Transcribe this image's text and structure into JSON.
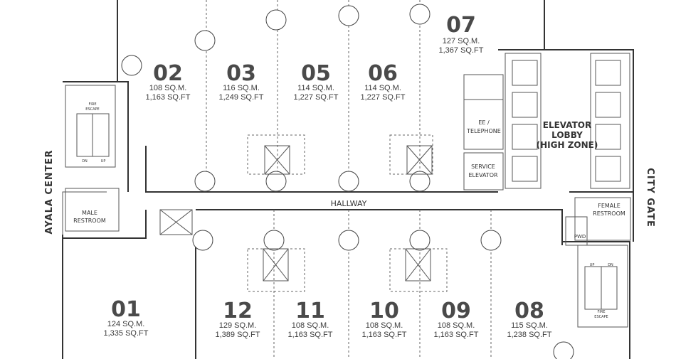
{
  "side_labels": {
    "left": "AYALA CENTER",
    "right": "CITY GATE"
  },
  "hallway": "HALLWAY",
  "elevator_lobby": [
    "ELEVATOR",
    "LOBBY",
    "(HIGH ZONE)"
  ],
  "ee_telephone": [
    "EE /",
    "TELEPHONE"
  ],
  "service_elevator": [
    "SERVICE",
    "ELEVATOR"
  ],
  "male_restroom": [
    "MALE",
    "RESTROOM"
  ],
  "female_restroom": [
    "FEMALE",
    "RESTROOM"
  ],
  "pwd": "PWD",
  "fire_escape_left": [
    "FIRE",
    "ESCAPE"
  ],
  "fire_escape_right": [
    "FIRE",
    "ESCAPE"
  ],
  "stair_left": {
    "dn": "DN",
    "up": "UP"
  },
  "stair_right": {
    "dn": "DN",
    "up": "UP"
  },
  "units": [
    {
      "id": "01",
      "sqm": "124 SQ.M.",
      "sqft": "1,335 SQ.FT"
    },
    {
      "id": "02",
      "sqm": "108 SQ.M.",
      "sqft": "1,163 SQ.FT"
    },
    {
      "id": "03",
      "sqm": "116 SQ.M.",
      "sqft": "1,249 SQ.FT"
    },
    {
      "id": "05",
      "sqm": "114 SQ.M.",
      "sqft": "1,227 SQ.FT"
    },
    {
      "id": "06",
      "sqm": "114 SQ.M.",
      "sqft": "1,227 SQ.FT"
    },
    {
      "id": "07",
      "sqm": "127 SQ.M.",
      "sqft": "1,367 SQ.FT"
    },
    {
      "id": "08",
      "sqm": "115 SQ.M.",
      "sqft": "1,238 SQ.FT"
    },
    {
      "id": "09",
      "sqm": "108 SQ.M.",
      "sqft": "1,163 SQ.FT"
    },
    {
      "id": "10",
      "sqm": "108 SQ.M.",
      "sqft": "1,163 SQ.FT"
    },
    {
      "id": "11",
      "sqm": "108 SQ.M.",
      "sqft": "1,163 SQ.FT"
    },
    {
      "id": "12",
      "sqm": "129 SQ.M.",
      "sqft": "1,389 SQ.FT"
    }
  ]
}
